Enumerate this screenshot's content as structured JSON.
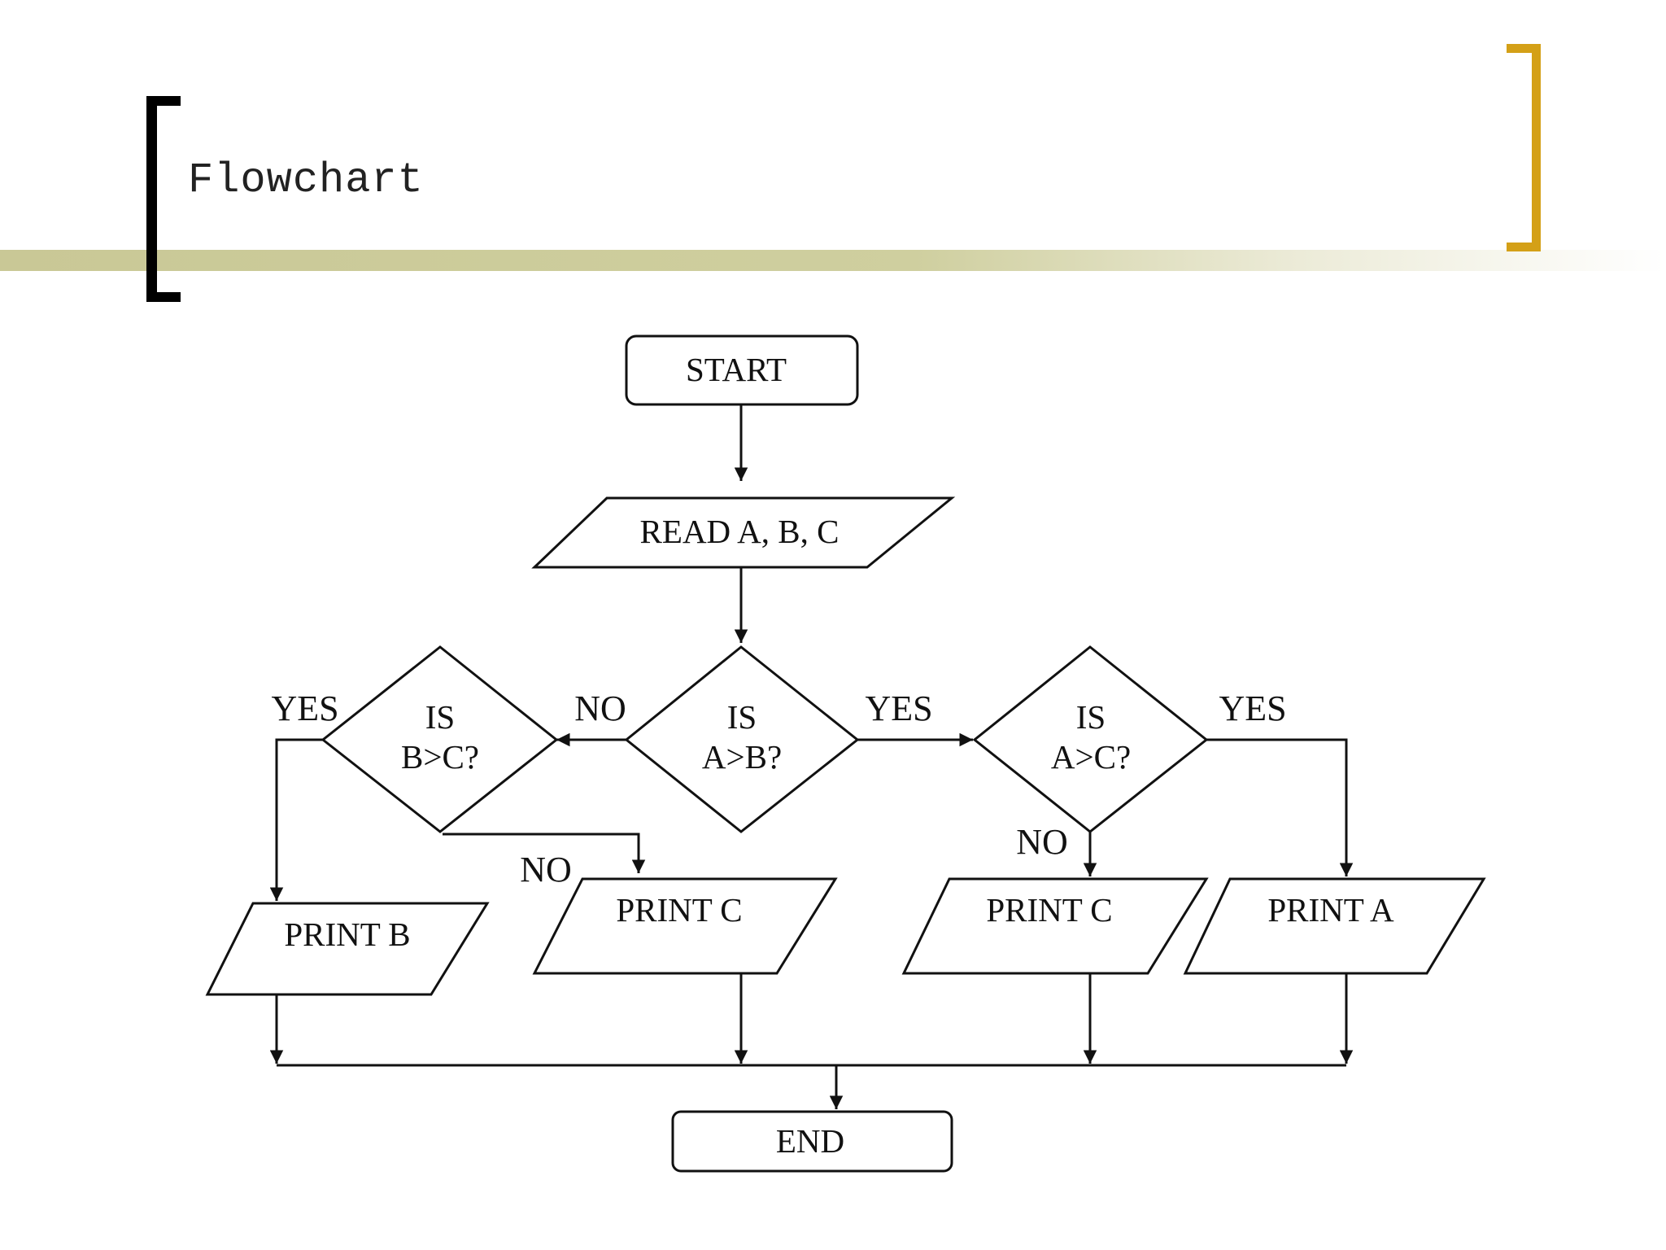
{
  "slide": {
    "title": "Flowchart",
    "accent_left": "#000000",
    "accent_right": "#d4a017",
    "band_color": "#c9c896"
  },
  "flowchart": {
    "start": "START",
    "read": "READ A, B, C",
    "decision_ab": {
      "line1": "IS",
      "line2": "A>B?"
    },
    "decision_bc": {
      "line1": "IS",
      "line2": "B>C?"
    },
    "decision_ac": {
      "line1": "IS",
      "line2": "A>C?"
    },
    "print_b": "PRINT B",
    "print_c_left": "PRINT C",
    "print_c_right": "PRINT C",
    "print_a": "PRINT A",
    "end": "END",
    "labels": {
      "ab_no": "NO",
      "ab_yes": "YES",
      "bc_yes": "YES",
      "bc_no": "NO",
      "ac_yes": "YES",
      "ac_no": "NO"
    }
  }
}
